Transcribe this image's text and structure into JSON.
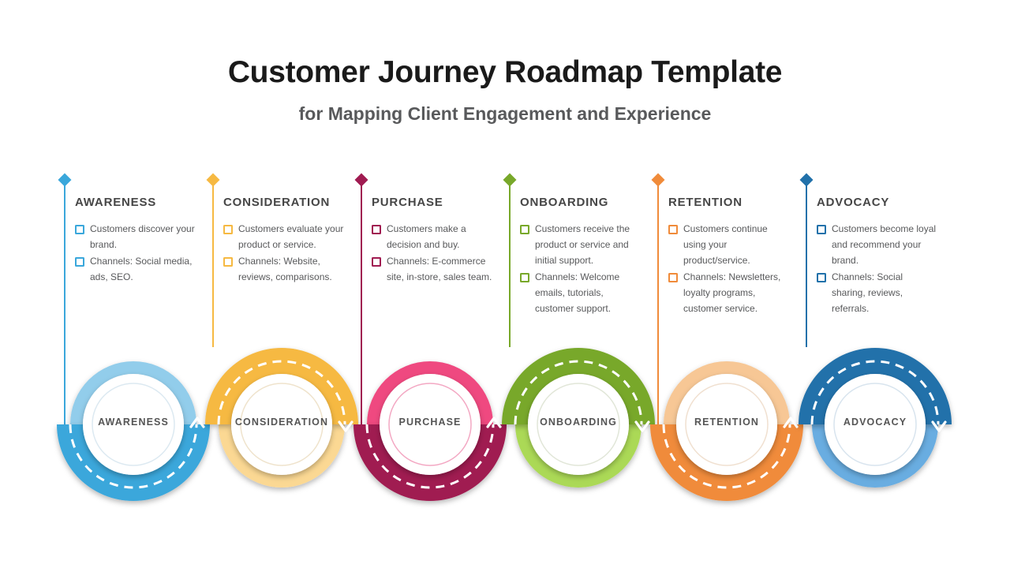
{
  "title": "Customer Journey Roadmap Template",
  "subtitle": "for Mapping Client Engagement and Experience",
  "icons": {
    "milestone_marker": "diamond",
    "bullet_marker": "checkbox-square-outline",
    "flow_arrow": "white-dashed-arc-with-chevron-arrow"
  },
  "stages": [
    {
      "name": "AWARENESS",
      "color": "#3AA7DB",
      "light_color": "#92CDEB",
      "inner_ring": "#DCE9F1",
      "arrow_direction": "up",
      "bullets": [
        "Customers discover your brand.",
        "Channels: Social media, ads, SEO."
      ]
    },
    {
      "name": "CONSIDERATION",
      "color": "#F6B942",
      "light_color": "#FBD893",
      "inner_ring": "#EFE3CC",
      "arrow_direction": "down",
      "bullets": [
        "Customers evaluate your product or service.",
        "Channels: Website, reviews, comparisons."
      ]
    },
    {
      "name": "PURCHASE",
      "color": "#A01B51",
      "light_color": "#EF4A80",
      "inner_ring": "#F3A8C3",
      "arrow_direction": "up",
      "bullets": [
        "Customers make a decision and buy.",
        "Channels: E-commerce site, in-store, sales team."
      ]
    },
    {
      "name": "ONBOARDING",
      "color": "#78A82A",
      "light_color": "#ABD957",
      "inner_ring": "#E1E6D8",
      "arrow_direction": "down",
      "bullets": [
        "Customers receive the product or service and initial support.",
        "Channels: Welcome emails, tutorials, customer support."
      ]
    },
    {
      "name": "RETENTION",
      "color": "#F08B3A",
      "light_color": "#F7C795",
      "inner_ring": "#F0E0D0",
      "arrow_direction": "up",
      "bullets": [
        "Customers continue using your product/service.",
        "Channels: Newsletters, loyalty programs, customer service."
      ]
    },
    {
      "name": "ADVOCACY",
      "color": "#2171AA",
      "light_color": "#69ADE1",
      "inner_ring": "#D8E4EE",
      "arrow_direction": "down",
      "bullets": [
        "Customers become loyal and recommend your brand.",
        "Channels: Social sharing, reviews, referrals."
      ]
    }
  ]
}
